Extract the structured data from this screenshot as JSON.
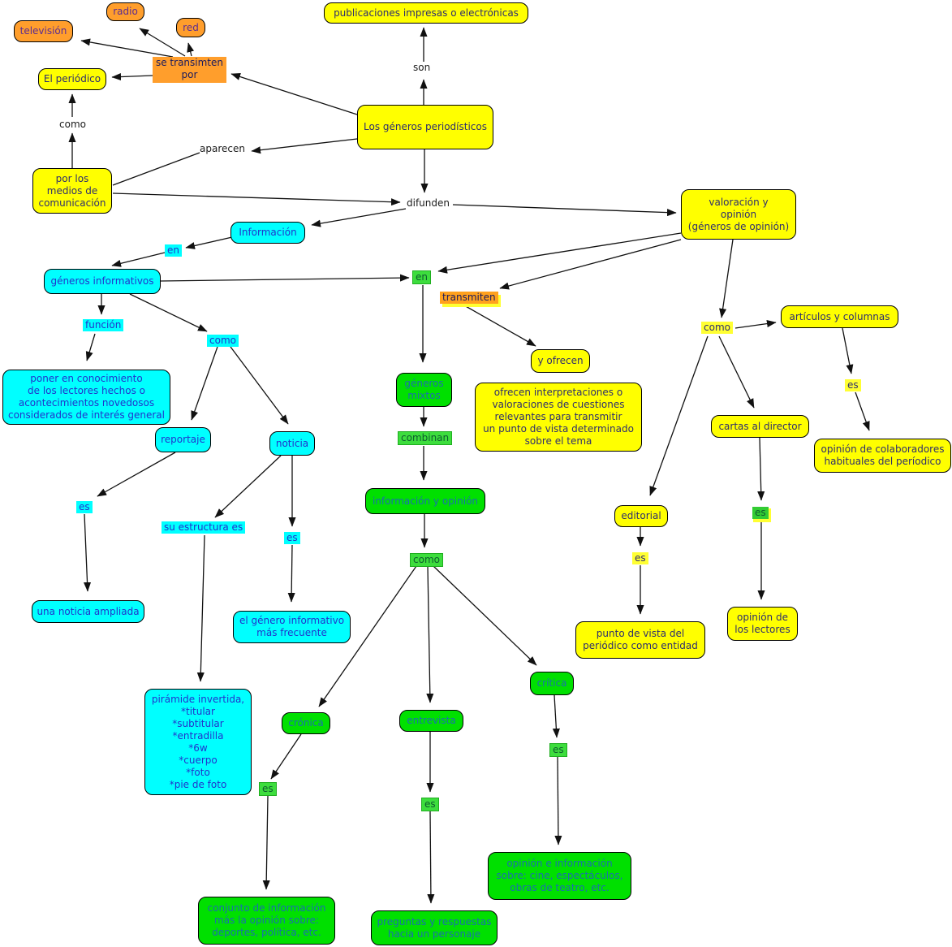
{
  "diagram": {
    "concepts": {
      "television": "televisión",
      "radio": "radio",
      "red": "red",
      "el_periodico": "El periódico",
      "por_los_medios": "por los\nmedios de\ncomunicación",
      "publicaciones": "publicaciones impresas o electrónicas",
      "generos_periodisticos": "Los géneros periodísticos",
      "valoracion_y_opinion": "valoración y\nopinión\n(géneros de opinión)",
      "informacion": "Información",
      "generos_informativos": "géneros informativos",
      "poner_en_conocimiento": "poner en conocimiento\nde los lectores hechos o\nacontecimientos novedosos\nconsiderados de interés general",
      "reportaje": "reportaje",
      "noticia": "noticia",
      "una_noticia_ampliada": "una noticia ampliada",
      "genero_mas_frecuente": "el género informativo\nmás frecuente",
      "piramide_invertida": "pirámide invertida,\n*titular\n*subtitular\n*entradilla\n*6w\n*cuerpo\n*foto\n*pie de foto",
      "generos_mixtos": "géneros\nmixtos",
      "informacion_y_opinion": "información y opinión",
      "cronica": "crónica",
      "entrevista": "entrevista",
      "critica": "crítica",
      "conjunto_informacion": "conjunto de información\nmás la opinión sobre:\ndeportes, política, etc.",
      "preguntas_respuestas": "preguntas y respuestas\nhacia un personaje",
      "opinion_e_informacion": "opinión e información\nsobre: cine, espectáculos,\nobras de teatro, etc.",
      "y_ofrecen": "y ofrecen",
      "ofrecen_interpretaciones": "ofrecen interpretaciones o\nvaloraciones de cuestiones\nrelevantes para transmitir\nun punto de vista determinado\nsobre el tema",
      "articulos_y_columnas": "artículos y columnas",
      "cartas_al_director": "cartas al director",
      "opinion_colaboradores": "opinión de colaboradores\nhabituales del períodico",
      "editorial": "editorial",
      "punto_de_vista": "punto de vista del\nperiódico como entidad",
      "opinion_lectores": "opinión de\nlos lectores"
    },
    "linking_phrases": {
      "se_transmiten_por": "se transimten\npor",
      "como_top": "como",
      "aparecen": "aparecen",
      "son": "son",
      "difunden": "difunden",
      "en_cyan": "en",
      "funcion": "función",
      "como_cyan": "como",
      "es_reportaje": "es",
      "su_estructura_es": "su estructura es",
      "es_noticia": "es",
      "en_green": "en",
      "transmiten": "transmiten",
      "combinan": "combinan",
      "como_green": "como",
      "es_cronica": "es",
      "es_entrevista": "es",
      "es_critica": "es",
      "como_yellow": "como",
      "es_articulos": "es",
      "es_cartas": "es",
      "es_editorial": "es"
    },
    "colors": {
      "yellow_node": "#ffff00",
      "cyan_node": "#00ffff",
      "green_node": "#00e000",
      "orange_node": "#ff9e2c",
      "arrow": "#111111"
    },
    "edges": [
      "Los géneros periodísticos -> son -> publicaciones impresas o electrónicas",
      "Los géneros periodísticos -> se transimten por",
      "se transimten por -> televisión",
      "se transimten por -> radio",
      "se transimten por -> red",
      "se transimten por -> El periódico",
      "por los medios de comunicación -> como -> El periódico",
      "Los géneros periodísticos -> aparecen -> por los medios de comunicación",
      "Los géneros periodísticos -> difunden",
      "por los medios de comunicación -> difunden",
      "difunden -> Información",
      "difunden -> valoración y opinión (géneros de opinión)",
      "Información -> en -> géneros informativos",
      "géneros informativos -> en -> géneros mixtos",
      "valoración y opinión (géneros de opinión) -> en",
      "valoración y opinión (géneros de opinión) -> transmiten -> y ofrecen",
      "géneros informativos -> función -> poner en conocimiento de los lectores hechos o acontecimientos novedosos considerados de interés general",
      "géneros informativos -> como -> reportaje",
      "géneros informativos -> como -> noticia",
      "reportaje -> es -> una noticia ampliada",
      "noticia -> su estructura es -> pirámide invertida",
      "noticia -> es -> el género informativo más frecuente",
      "géneros mixtos -> combinan -> información y opinión",
      "información y opinión -> como -> crónica",
      "información y opinión -> como -> entrevista",
      "información y opinión -> como -> crítica",
      "crónica -> es -> conjunto de información más la opinión sobre: deportes, política, etc.",
      "entrevista -> es -> preguntas y respuestas hacia un personaje",
      "crítica -> es -> opinión e información sobre: cine, espectáculos, obras de teatro, etc.",
      "valoración y opinión (géneros de opinión) -> como -> artículos y columnas",
      "valoración y opinión (géneros de opinión) -> como -> cartas al director",
      "valoración y opinión (géneros de opinión) -> como -> editorial",
      "artículos y columnas -> es -> opinión de colaboradores habituales del períodico",
      "cartas al director -> es -> opinión de los lectores",
      "editorial -> es -> punto de vista del periódico como entidad"
    ]
  }
}
